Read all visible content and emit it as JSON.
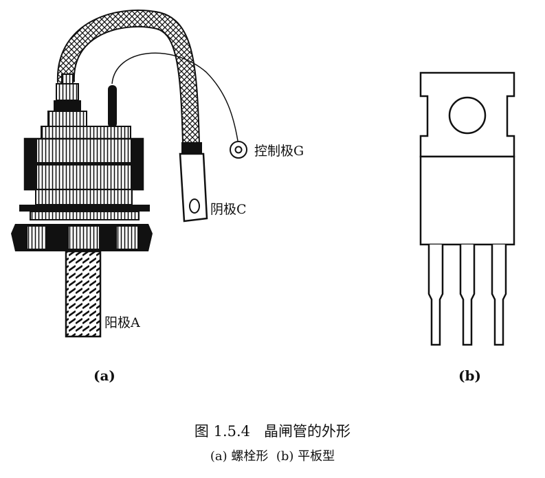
{
  "figure": {
    "label_gate": "控制极G",
    "label_cathode": "阴极C",
    "label_anode": "阳极A",
    "sub_a": "(a)",
    "sub_b": "(b)",
    "caption_title": "图 1.5.4   晶闸管的外形",
    "caption_sub": "(a) 螺栓形  (b) 平板型"
  }
}
